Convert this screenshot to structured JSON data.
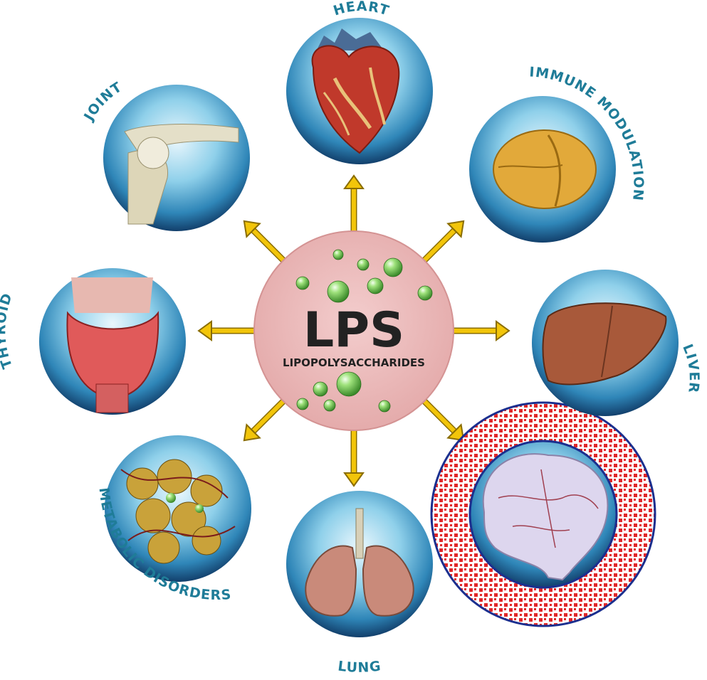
{
  "colors": {
    "label": "#1f7c98",
    "arrow": "#f2c50a",
    "arrow_stroke": "#8a6d00",
    "center_fill": "#eab7b7",
    "center_text": "#222222",
    "bubble": "#7fcf5a",
    "ring_dot": "#e0282a",
    "ring_border": "#1b2f8f"
  },
  "center": {
    "title": "LPS",
    "subtitle": "LIPOPOLYSACCHARIDES"
  },
  "organs": [
    {
      "id": "heart",
      "label": "HEART",
      "icon": "heart-icon"
    },
    {
      "id": "immune",
      "label": "IMMUNE MODULATION",
      "icon": "immune-cell-icon"
    },
    {
      "id": "liver",
      "label": "LIVER",
      "icon": "liver-icon"
    },
    {
      "id": "brain",
      "label": "",
      "icon": "brain-icon"
    },
    {
      "id": "lung",
      "label": "LUNG",
      "icon": "lungs-icon"
    },
    {
      "id": "metabolic",
      "label": "METABOLIC DISORDERS",
      "icon": "fat-cells-icon"
    },
    {
      "id": "thyroid",
      "label": "THYROID",
      "icon": "thyroid-icon"
    },
    {
      "id": "joint",
      "label": "JOINT",
      "icon": "joint-icon"
    }
  ]
}
